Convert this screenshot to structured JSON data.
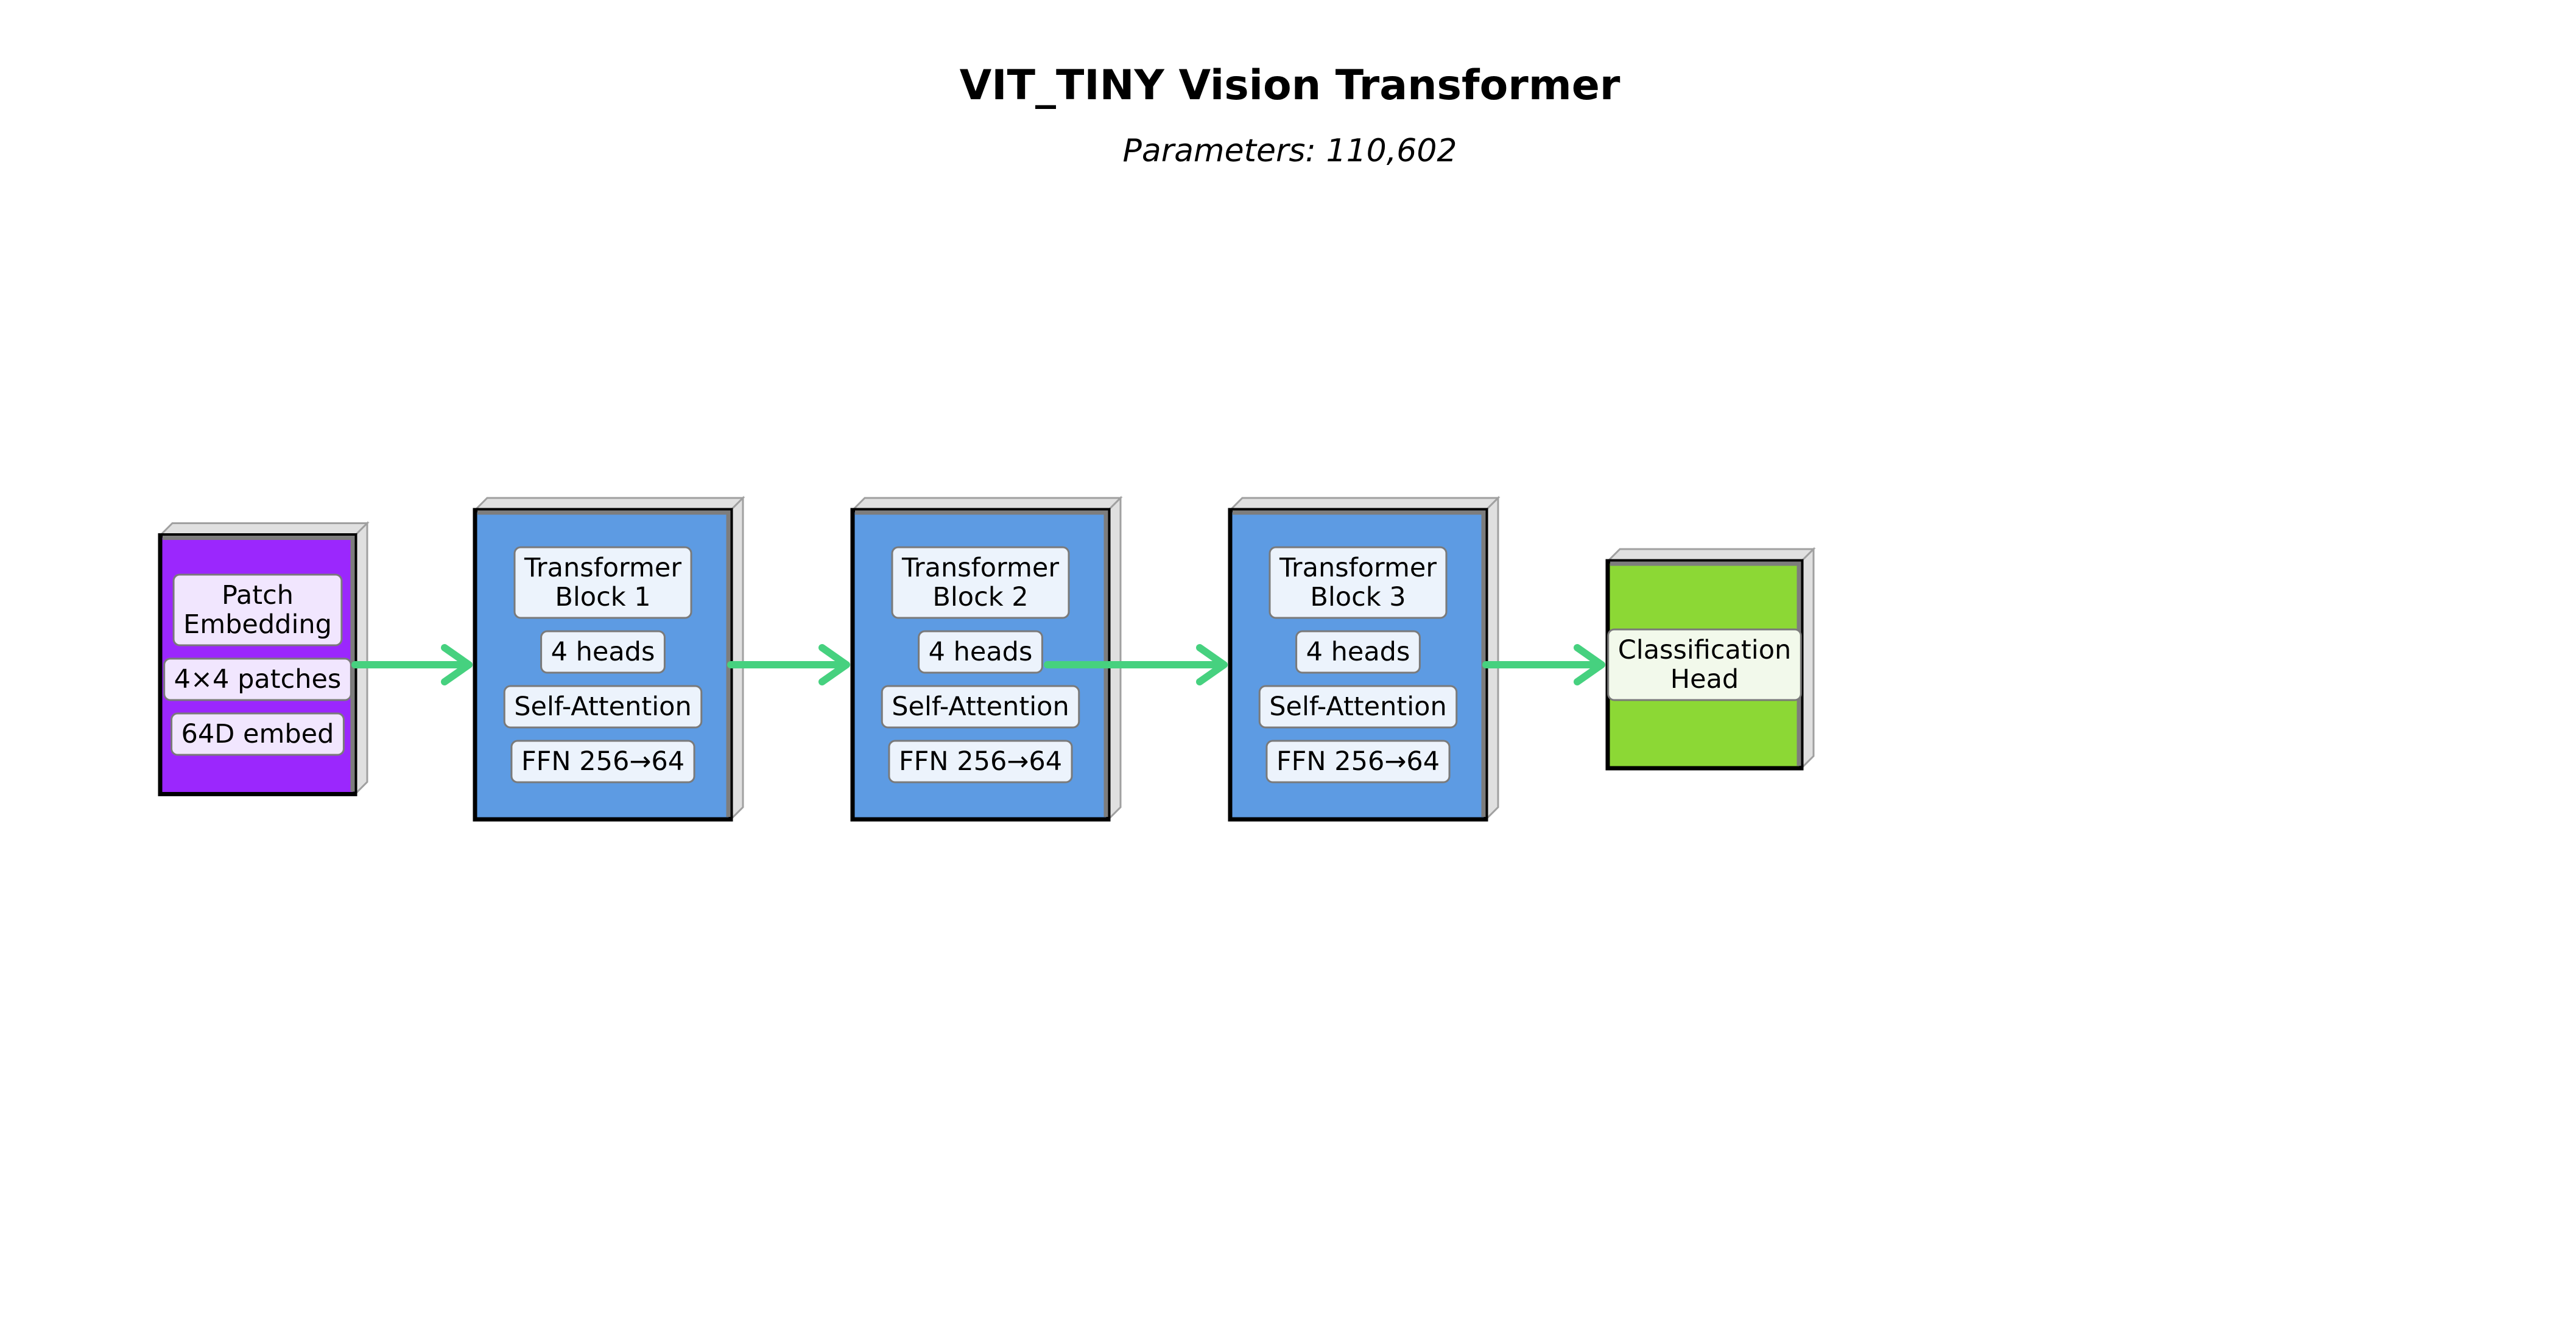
{
  "title": "VIT_TINY Vision Transformer",
  "subtitle": "Parameters: 110,602",
  "colors": {
    "patch_embedding": "#9b27fd",
    "transformer_block": "#5d9be3",
    "classification_head": "#8cd835",
    "arrow": "#46d17f",
    "label_fill_patch": "#f1e6fe",
    "label_fill_block": "#ecf3fc",
    "label_fill_head": "#f2f9eb",
    "shadow": "#e0e0e0"
  },
  "blocks": [
    {
      "id": "patch-embedding",
      "name": "patch-embedding-block",
      "color_key": "patch_embedding",
      "label_fill_key": "label_fill_patch",
      "title_lines": [
        "Patch",
        "Embedding"
      ],
      "details": [
        "4×4 patches",
        "64D embed"
      ]
    },
    {
      "id": "transformer-block-1",
      "name": "transformer-block-1",
      "color_key": "transformer_block",
      "label_fill_key": "label_fill_block",
      "title_lines": [
        "Transformer",
        "Block 1"
      ],
      "details": [
        "4 heads",
        "Self-Attention",
        "FFN 256→64"
      ]
    },
    {
      "id": "transformer-block-2",
      "name": "transformer-block-2",
      "color_key": "transformer_block",
      "label_fill_key": "label_fill_block",
      "title_lines": [
        "Transformer",
        "Block 2"
      ],
      "details": [
        "4 heads",
        "Self-Attention",
        "FFN 256→64"
      ]
    },
    {
      "id": "transformer-block-3",
      "name": "transformer-block-3",
      "color_key": "transformer_block",
      "label_fill_key": "label_fill_block",
      "title_lines": [
        "Transformer",
        "Block 3"
      ],
      "details": [
        "4 heads",
        "Self-Attention",
        "FFN 256→64"
      ]
    },
    {
      "id": "classification-head",
      "name": "classification-head-block",
      "color_key": "classification_head",
      "label_fill_key": "label_fill_head",
      "title_lines": [
        "Classification",
        "Head"
      ],
      "details": []
    }
  ]
}
